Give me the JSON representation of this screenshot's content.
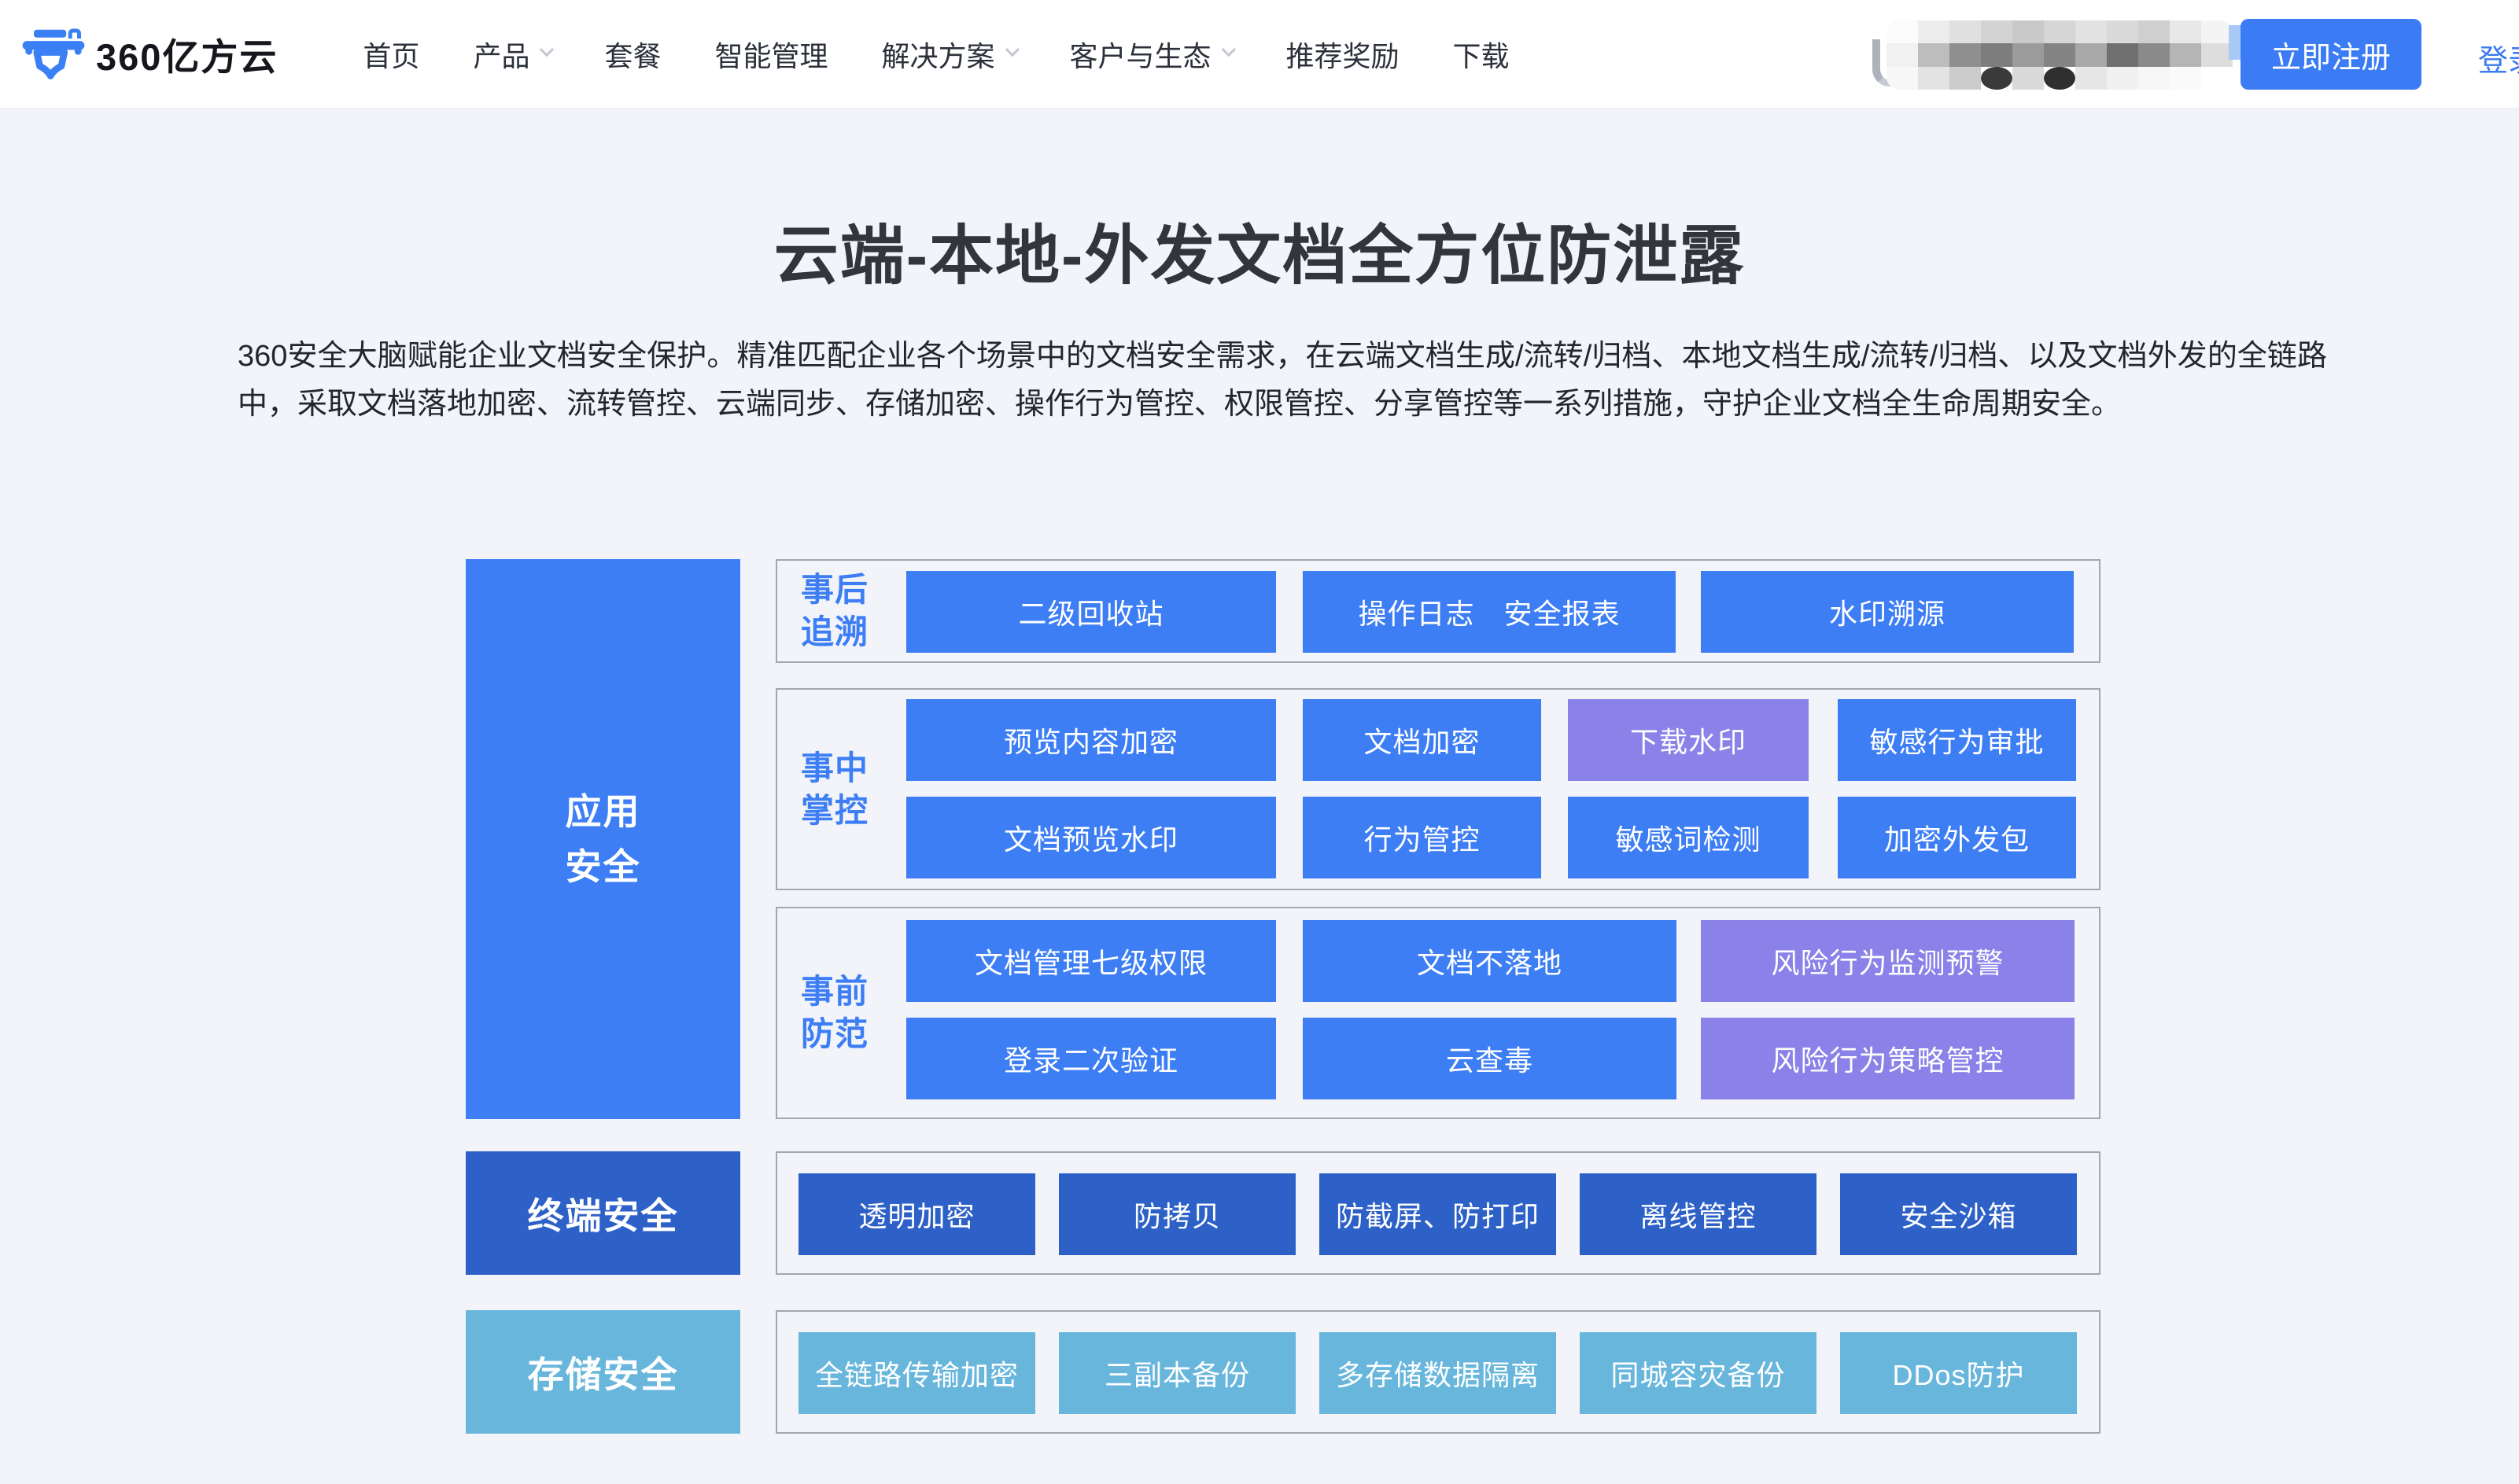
{
  "header": {
    "logo_text": "360亿方云",
    "nav": [
      {
        "label": "首页"
      },
      {
        "label": "产品",
        "has_dropdown": true
      },
      {
        "label": "套餐"
      },
      {
        "label": "智能管理"
      },
      {
        "label": "解决方案",
        "has_dropdown": true
      },
      {
        "label": "客户与生态",
        "has_dropdown": true
      },
      {
        "label": "推荐奖励"
      },
      {
        "label": "下载"
      }
    ],
    "phone_number_masked": true,
    "register_label": "立即注册",
    "login_label": "登录"
  },
  "hero": {
    "title": "云端-本地-外发文档全方位防泄露",
    "description": "360安全大脑赋能企业文档安全保护。精准匹配企业各个场景中的文档安全需求，在云端文档生成/流转/归档、本地文档生成/流转/归档、以及文档外发的全链路中，采取文档落地加密、流转管控、云端同步、存储加密、操作行为管控、权限管控、分享管控等一系列措施，守护企业文档全生命周期安全。"
  },
  "diagram": {
    "categories": [
      {
        "label": "应用安全",
        "color": "#3d7ef5"
      },
      {
        "label": "终端安全",
        "color": "#2e61c8"
      },
      {
        "label": "存储安全",
        "color": "#68b6dc"
      }
    ],
    "groups": [
      {
        "label": "事后追溯",
        "rows": [
          [
            "二级回收站",
            "操作日志　安全报表",
            "水印溯源"
          ]
        ]
      },
      {
        "label": "事中掌控",
        "rows": [
          [
            "预览内容加密",
            "文档加密",
            "下载水印",
            "敏感行为审批"
          ],
          [
            "文档预览水印",
            "行为管控",
            "敏感词检测",
            "加密外发包"
          ]
        ]
      },
      {
        "label": "事前防范",
        "rows": [
          [
            "文档管理七级权限",
            "文档不落地",
            "风险行为监测预警"
          ],
          [
            "登录二次验证",
            "云查毒",
            "风险行为策略管控"
          ]
        ]
      },
      {
        "rows": [
          [
            "透明加密",
            "防拷贝",
            "防截屏、防打印",
            "离线管控",
            "安全沙箱"
          ]
        ]
      },
      {
        "rows": [
          [
            "全链路传输加密",
            "三副本备份",
            "多存储数据隔离",
            "同城容灾备份",
            "DDos防护"
          ]
        ]
      }
    ]
  },
  "colors": {
    "accent_blue": "#3b7bf3",
    "tile_blue": "#3d7ef5",
    "tile_purple": "#8a82e8",
    "tile_dark_blue": "#2e61c8",
    "tile_light_blue": "#68b6dc",
    "group_border": "#a3a6ad",
    "page_bg": "#f2f4f9",
    "header_bg": "#ffffff"
  }
}
